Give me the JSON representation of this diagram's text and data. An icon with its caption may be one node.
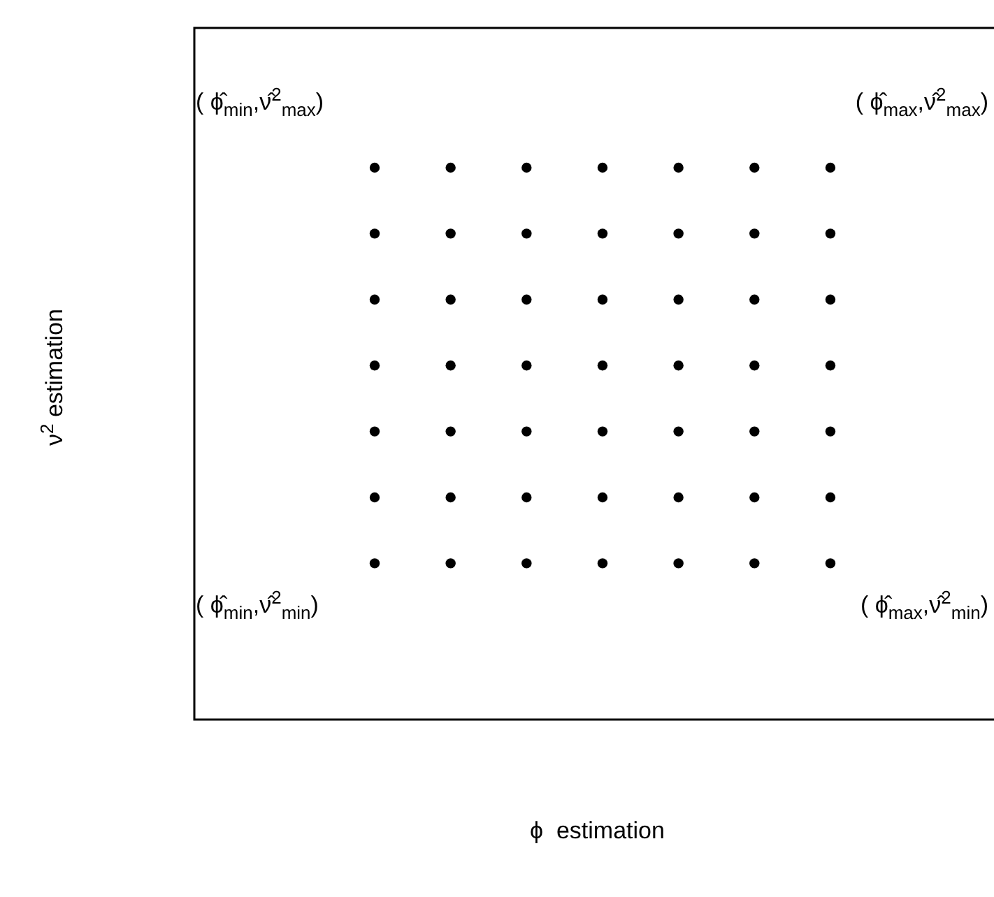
{
  "diagram": {
    "labels": [
      "( ϕ̂$_{min}$,ν̂$^{2}$$_{max}$)",
      "( ϕ̂$_{max}$,ν̂$^{2}$$_{max}$)",
      "( ϕ̂$_{min}$,ν̂$^{2}$$_{min}$)",
      "( ϕ̂$_{max}$,ν̂$^{2}$$_{min}$)",
      "ϕ  estimation",
      "ν$^{2}$ estimation"
    ]
  }
}
